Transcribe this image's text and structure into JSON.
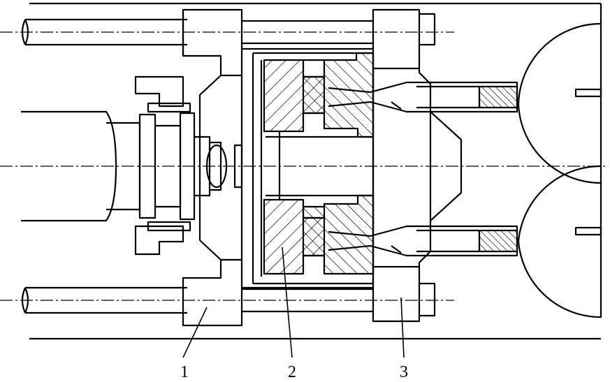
{
  "labels": [
    {
      "id": "1",
      "text": "1"
    },
    {
      "id": "2",
      "text": "2"
    },
    {
      "id": "3",
      "text": "3"
    }
  ],
  "colors": {
    "line": "#000000",
    "background": "#ffffff"
  }
}
